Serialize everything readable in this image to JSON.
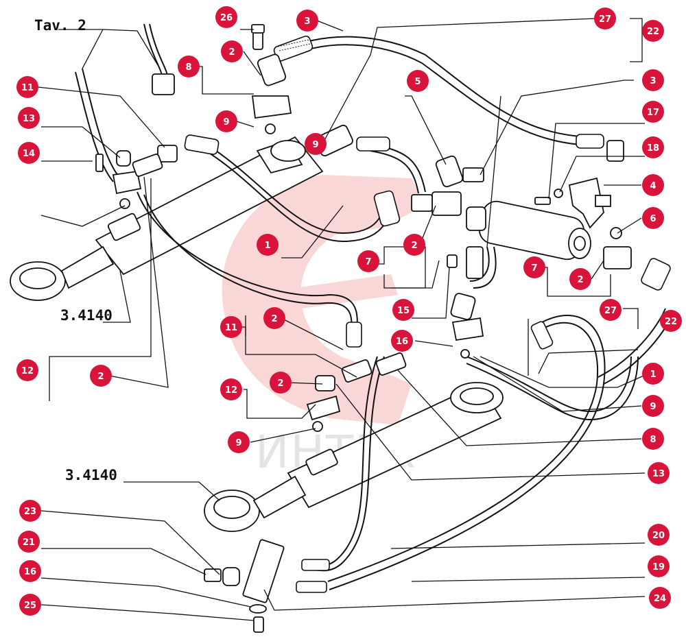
{
  "labels": {
    "tav": "Tav. 2",
    "ref_upper": "3.4140",
    "ref_lower": "3.4140"
  },
  "watermark": {
    "text": "ИНТЕХ",
    "color": "#f5b8b8"
  },
  "callout_color": "#d8143a",
  "callouts": [
    {
      "id": "c26",
      "n": "26"
    },
    {
      "id": "c3a",
      "n": "3"
    },
    {
      "id": "c27a",
      "n": "27"
    },
    {
      "id": "c22a",
      "n": "22"
    },
    {
      "id": "c8a",
      "n": "8"
    },
    {
      "id": "c2a",
      "n": "2"
    },
    {
      "id": "c11a",
      "n": "11"
    },
    {
      "id": "c13a",
      "n": "13"
    },
    {
      "id": "c9a",
      "n": "9"
    },
    {
      "id": "c14",
      "n": "14"
    },
    {
      "id": "c5",
      "n": "5"
    },
    {
      "id": "c3b",
      "n": "3"
    },
    {
      "id": "c17",
      "n": "17"
    },
    {
      "id": "c18",
      "n": "18"
    },
    {
      "id": "c4",
      "n": "4"
    },
    {
      "id": "c9b",
      "n": "9"
    },
    {
      "id": "c6",
      "n": "6"
    },
    {
      "id": "c1a",
      "n": "1"
    },
    {
      "id": "c2b",
      "n": "2"
    },
    {
      "id": "c7a",
      "n": "7"
    },
    {
      "id": "c7b",
      "n": "7"
    },
    {
      "id": "c2c",
      "n": "2"
    },
    {
      "id": "c15",
      "n": "15"
    },
    {
      "id": "c27b",
      "n": "27"
    },
    {
      "id": "c22b",
      "n": "22"
    },
    {
      "id": "c2d",
      "n": "2"
    },
    {
      "id": "c11b",
      "n": "11"
    },
    {
      "id": "c16a",
      "n": "16"
    },
    {
      "id": "c12a",
      "n": "12"
    },
    {
      "id": "c2e",
      "n": "2"
    },
    {
      "id": "c1b",
      "n": "1"
    },
    {
      "id": "c12b",
      "n": "12"
    },
    {
      "id": "c2f",
      "n": "2"
    },
    {
      "id": "c9c",
      "n": "9"
    },
    {
      "id": "c9d",
      "n": "9"
    },
    {
      "id": "c8b",
      "n": "8"
    },
    {
      "id": "c13b",
      "n": "13"
    },
    {
      "id": "c23",
      "n": "23"
    },
    {
      "id": "c20",
      "n": "20"
    },
    {
      "id": "c21",
      "n": "21"
    },
    {
      "id": "c19",
      "n": "19"
    },
    {
      "id": "c16b",
      "n": "16"
    },
    {
      "id": "c24",
      "n": "24"
    },
    {
      "id": "c25",
      "n": "25"
    }
  ]
}
